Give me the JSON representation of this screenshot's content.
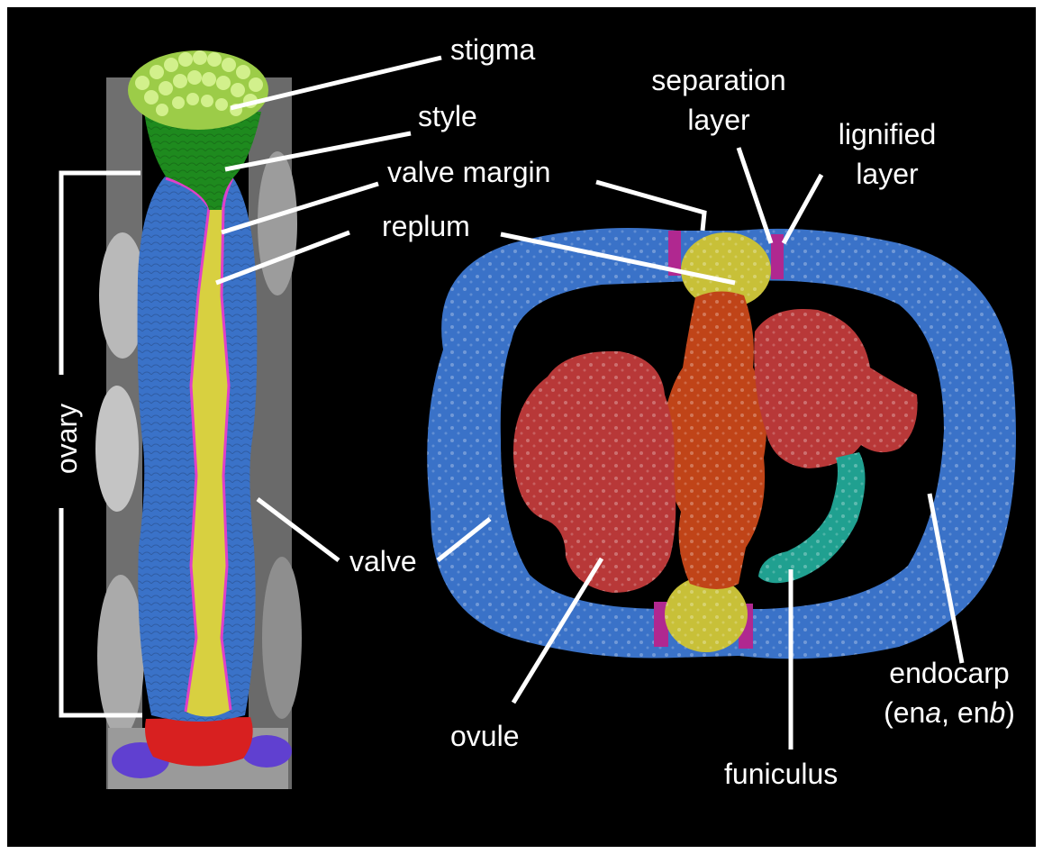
{
  "labels": {
    "stigma": "stigma",
    "style": "style",
    "valve_margin": "valve margin",
    "replum": "replum",
    "ovary": "ovary",
    "valve": "valve",
    "separation_layer_1": "separation",
    "separation_layer_2": "layer",
    "lignified_layer_1": "lignified",
    "lignified_layer_2": "layer",
    "ovule": "ovule",
    "funiculus": "funiculus",
    "endocarp_1": "endocarp",
    "endocarp_2_open": "(en",
    "endocarp_2_a": "a",
    "endocarp_2_mid": ", en",
    "endocarp_2_b": "b",
    "endocarp_2_close": ")"
  },
  "colors": {
    "background": "#000000",
    "stigma": "#b8e070",
    "style": "#1e8a1e",
    "valve": "#3a72c8",
    "valve_margin": "#e040c8",
    "replum": "#d8d040",
    "gynophore": "#d82020",
    "nectary": "#6040d0",
    "ovule": "#b83838",
    "septum": "#c04418",
    "funiculus": "#20a090",
    "lignified_layer": "#a02898",
    "line": "#ffffff"
  }
}
